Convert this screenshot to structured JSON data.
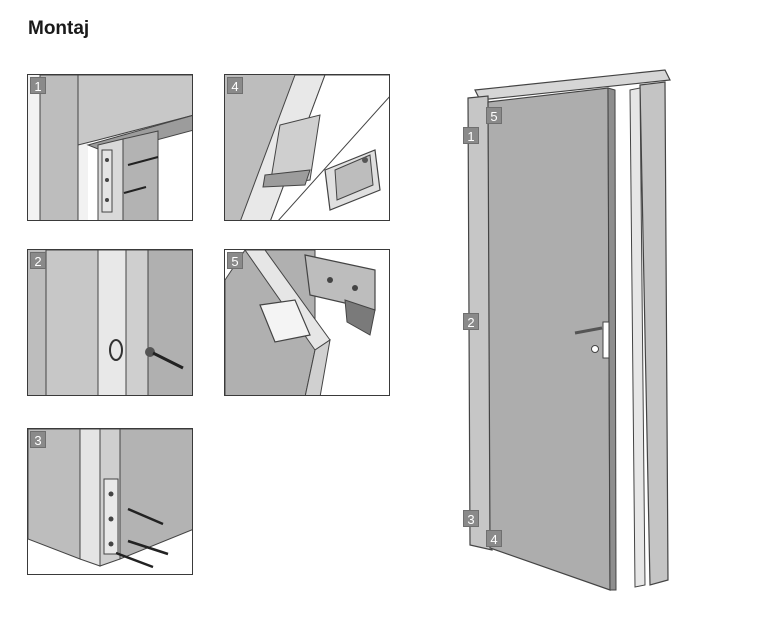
{
  "title": "Montaj",
  "panels": [
    {
      "number": "1"
    },
    {
      "number": "2"
    },
    {
      "number": "3"
    },
    {
      "number": "4"
    },
    {
      "number": "5"
    }
  ],
  "door_markers": [
    "1",
    "2",
    "3",
    "4",
    "5"
  ],
  "colors": {
    "frame_gray": "#b9b9b9",
    "door_gray": "#adadad",
    "line": "#3a3a3a",
    "badge": "#8a8a8a"
  }
}
